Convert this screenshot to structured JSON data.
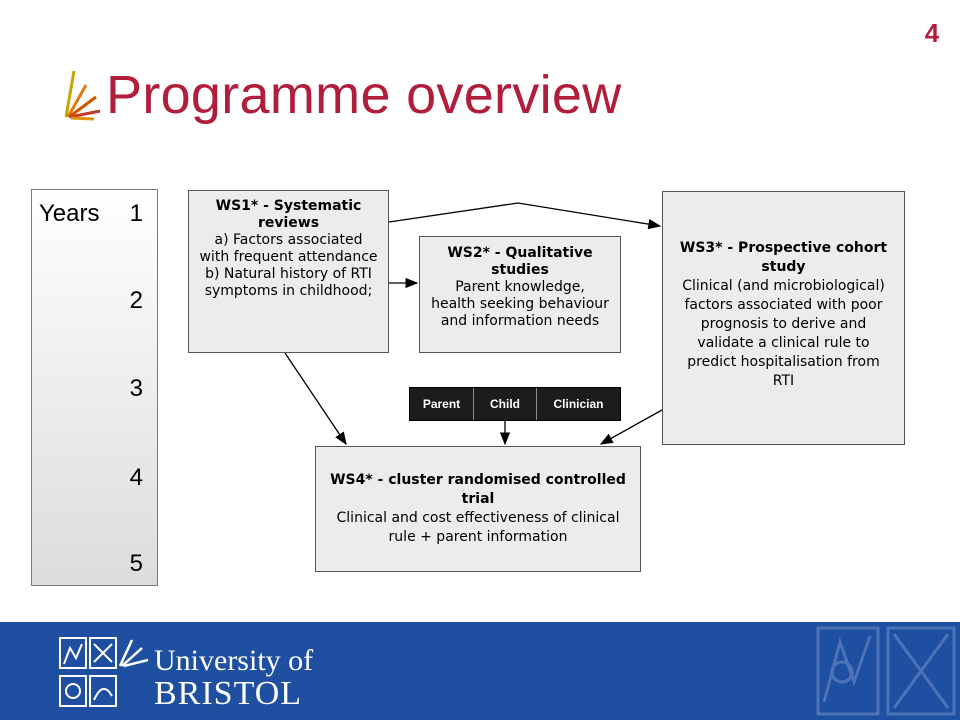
{
  "slide_number": "4",
  "title": "Programme overview",
  "years": {
    "label": "Years",
    "numbers": [
      "1",
      "2",
      "3",
      "4",
      "5"
    ]
  },
  "ws1": {
    "title_lines": [
      "WS1* - Systematic",
      "reviews"
    ],
    "body_lines": [
      "a) Factors associated",
      "with frequent attendance",
      "b) Natural history of RTI",
      "symptoms in childhood;"
    ]
  },
  "ws2": {
    "title_lines": [
      "WS2* - Qualitative",
      "studies"
    ],
    "body_lines": [
      "Parent knowledge,",
      "health seeking behaviour",
      "and information needs"
    ]
  },
  "ws3": {
    "title_lines": [
      "WS3* - Prospective cohort",
      "study"
    ],
    "body_lines": [
      "Clinical (and microbiological)",
      "factors associated with poor",
      "prognosis to derive and",
      "validate a clinical rule to",
      "predict hospitalisation from",
      "RTI"
    ]
  },
  "ws4": {
    "title_lines": [
      "WS4* - cluster randomised controlled",
      "trial"
    ],
    "body_lines": [
      "Clinical and cost effectiveness of clinical",
      "rule + parent information"
    ]
  },
  "stakeholders": [
    "Parent",
    "Child",
    "Clinician"
  ],
  "footer": {
    "line1": "University of",
    "line2": "BRISTOL"
  },
  "colors": {
    "title": "#b01e3c",
    "footer_band": "#1f4fa0",
    "box_fill": "#ececec",
    "stakeholder_bar": "#1c1c1c"
  },
  "icons": [
    "flame-logo-icon",
    "university-crest-icon",
    "crest-watermark-icon"
  ]
}
